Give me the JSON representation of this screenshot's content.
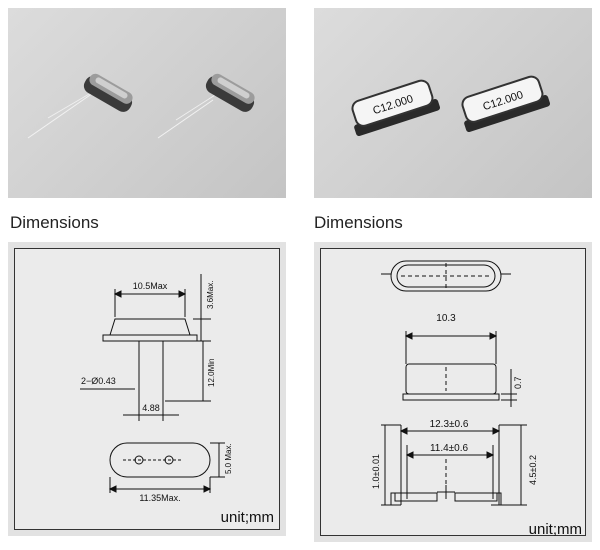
{
  "photos": {
    "left": {
      "alt": "through-hole crystal"
    },
    "right": {
      "marking": "C12.000"
    }
  },
  "left": {
    "heading": "Dimensions",
    "dims": {
      "width": "10.5Max",
      "height": "3.6Max.",
      "lead_length": "12.0Min",
      "lead_diameter": "2−Ø0.43",
      "pitch": "4.88",
      "bottom_width": "11.35Max.",
      "bottom_height": "5.0 Max."
    },
    "unit": "unit;mm"
  },
  "right": {
    "heading": "Dimensions",
    "dims": {
      "body_width": "10.3",
      "body_thickness": "0.7",
      "length_outer": "12.3±0.6",
      "length_inner": "11.4±0.6",
      "height": "4.5±0.2",
      "lead_height": "1.0±0.01"
    },
    "unit": "unit;mm"
  }
}
